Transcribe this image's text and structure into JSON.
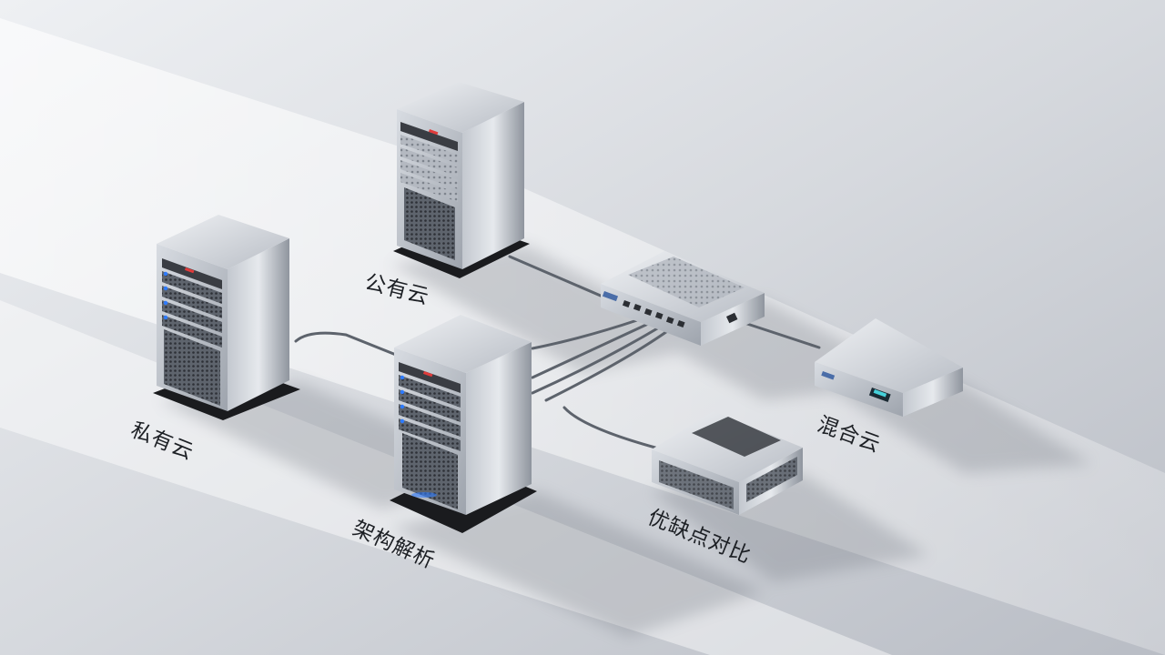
{
  "labels": {
    "private_cloud": "私有云",
    "public_cloud": "公有云",
    "architecture": "架构解析",
    "hybrid_cloud": "混合云",
    "pros_cons": "优缺点对比"
  },
  "colors": {
    "background_light": "#f3f4f7",
    "background_dark": "#aeb3bd",
    "metal_light": "#d9dde3",
    "metal_mid": "#a9aeb7",
    "metal_dark": "#6e747e",
    "base_black": "#1a1b1e",
    "led_blue": "#2e7bff",
    "led_red": "#e03b3b",
    "display_teal": "#46d0d9",
    "cable": "#5d636c"
  },
  "icons": {
    "server_tower": "tower-server-icon",
    "network_switch": "network-switch-icon",
    "rack_unit": "rack-unit-icon"
  }
}
